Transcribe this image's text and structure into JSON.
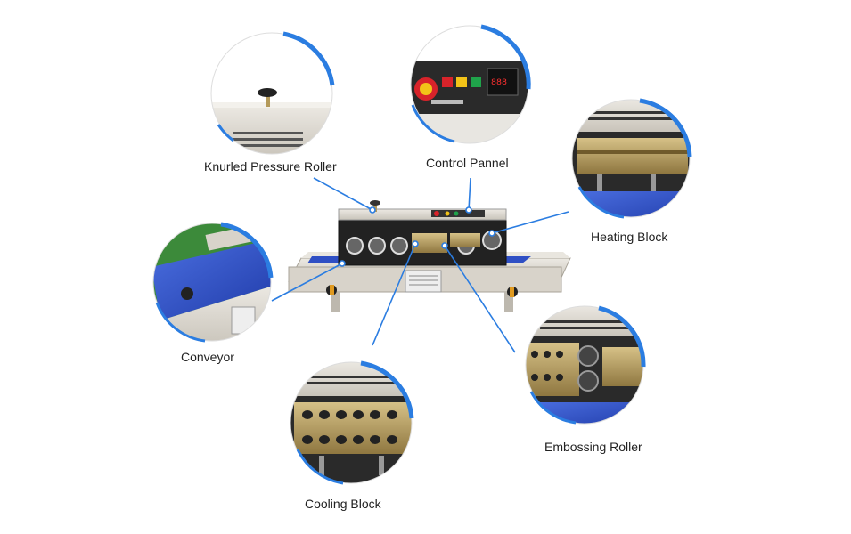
{
  "labels": {
    "knurled_pressure_roller": "Knurled Pressure Roller",
    "control_pannel": "Control Pannel",
    "heating_block": "Heating Block",
    "conveyor": "Conveyor",
    "embossing_roller": "Embossing Roller",
    "cooling_block": "Cooling Block"
  },
  "colors": {
    "accent_blue": "#2b7de1",
    "conveyor_belt": "#2f4fc4",
    "machine_body": "#d9d4cc",
    "brass": "#b49a5a",
    "panel_red": "#d8232a",
    "panel_yellow": "#f2c318",
    "panel_green": "#1fa34a"
  },
  "icons": {
    "callout_dot": "callout-dot-icon",
    "emergency_stop": "emergency-stop-icon",
    "temperature_display": "temperature-display-icon"
  }
}
